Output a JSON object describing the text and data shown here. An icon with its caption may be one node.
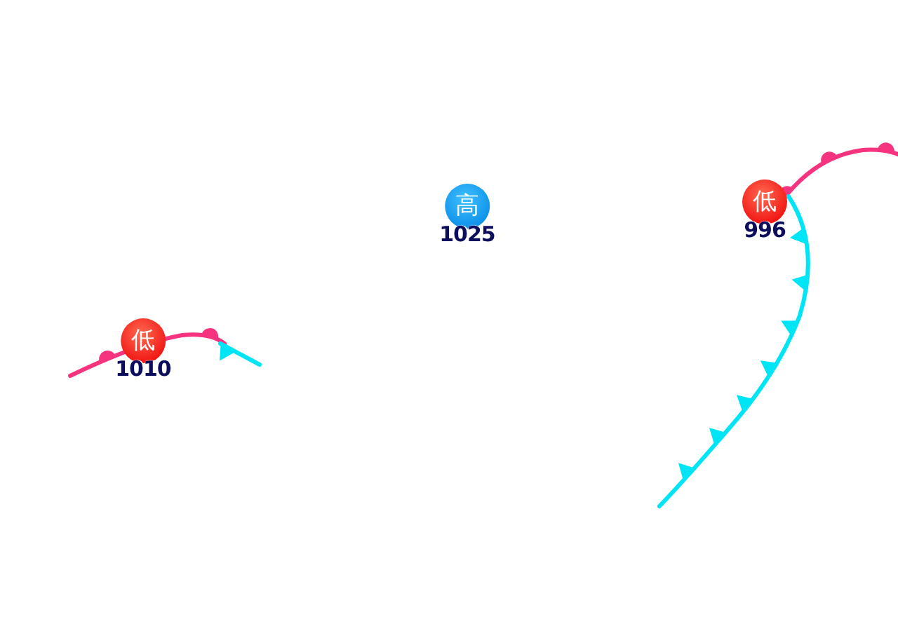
{
  "diagram": {
    "nodes": [
      {
        "text": [
          "低"
        ],
        "beside": [
          "1010"
        ]
      },
      {
        "text": [
          "高"
        ],
        "beside": [
          "1025"
        ]
      },
      {
        "text": [
          "低"
        ],
        "beside": [
          "996"
        ]
      }
    ]
  }
}
